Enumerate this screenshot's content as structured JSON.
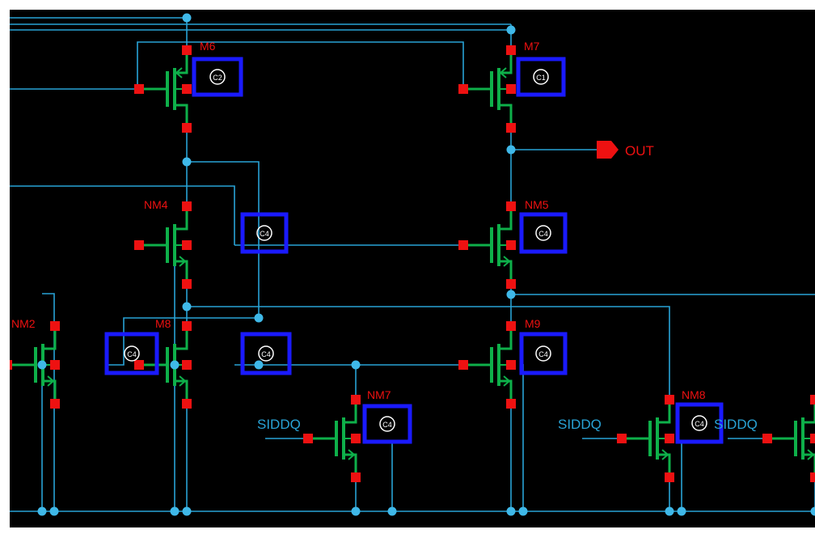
{
  "colors": {
    "background": "#000000",
    "page": "#ffffff",
    "wire": "#29a3d6",
    "node": "#3fb8e8",
    "pin": "#ee1111",
    "transistor": "#0eb04a",
    "highlight": "#1a1aff",
    "label": "#ee1111",
    "port_label": "#29a3d6",
    "port_flag": "#ee1111"
  },
  "transistors": [
    {
      "id": "M6",
      "type": "pmos",
      "label": "M6",
      "badge": "C2"
    },
    {
      "id": "M7",
      "type": "pmos",
      "label": "M7",
      "badge": "C1"
    },
    {
      "id": "NM4",
      "type": "nmos",
      "label": "NM4",
      "badge": "C4"
    },
    {
      "id": "NM5",
      "type": "nmos",
      "label": "NM5",
      "badge": "C4"
    },
    {
      "id": "NM2",
      "type": "nmos",
      "label": "NM2",
      "badge": "C4"
    },
    {
      "id": "M8",
      "type": "nmos",
      "label": "M8",
      "badge": "C4"
    },
    {
      "id": "M9",
      "type": "nmos",
      "label": "M9",
      "badge": "C4"
    },
    {
      "id": "NM7",
      "type": "nmos",
      "label": "NM7",
      "badge": "C4"
    },
    {
      "id": "NM8",
      "type": "nmos",
      "label": "NM8",
      "badge": "C4"
    },
    {
      "id": "NMR",
      "type": "nmos",
      "label": "",
      "badge": ""
    }
  ],
  "ports": [
    {
      "id": "out",
      "label": "OUT"
    }
  ],
  "input_labels": [
    {
      "id": "siddq1",
      "label": "SIDDQ"
    },
    {
      "id": "siddq2",
      "label": "SIDDQ"
    },
    {
      "id": "siddq3",
      "label": "SIDDQ"
    }
  ]
}
